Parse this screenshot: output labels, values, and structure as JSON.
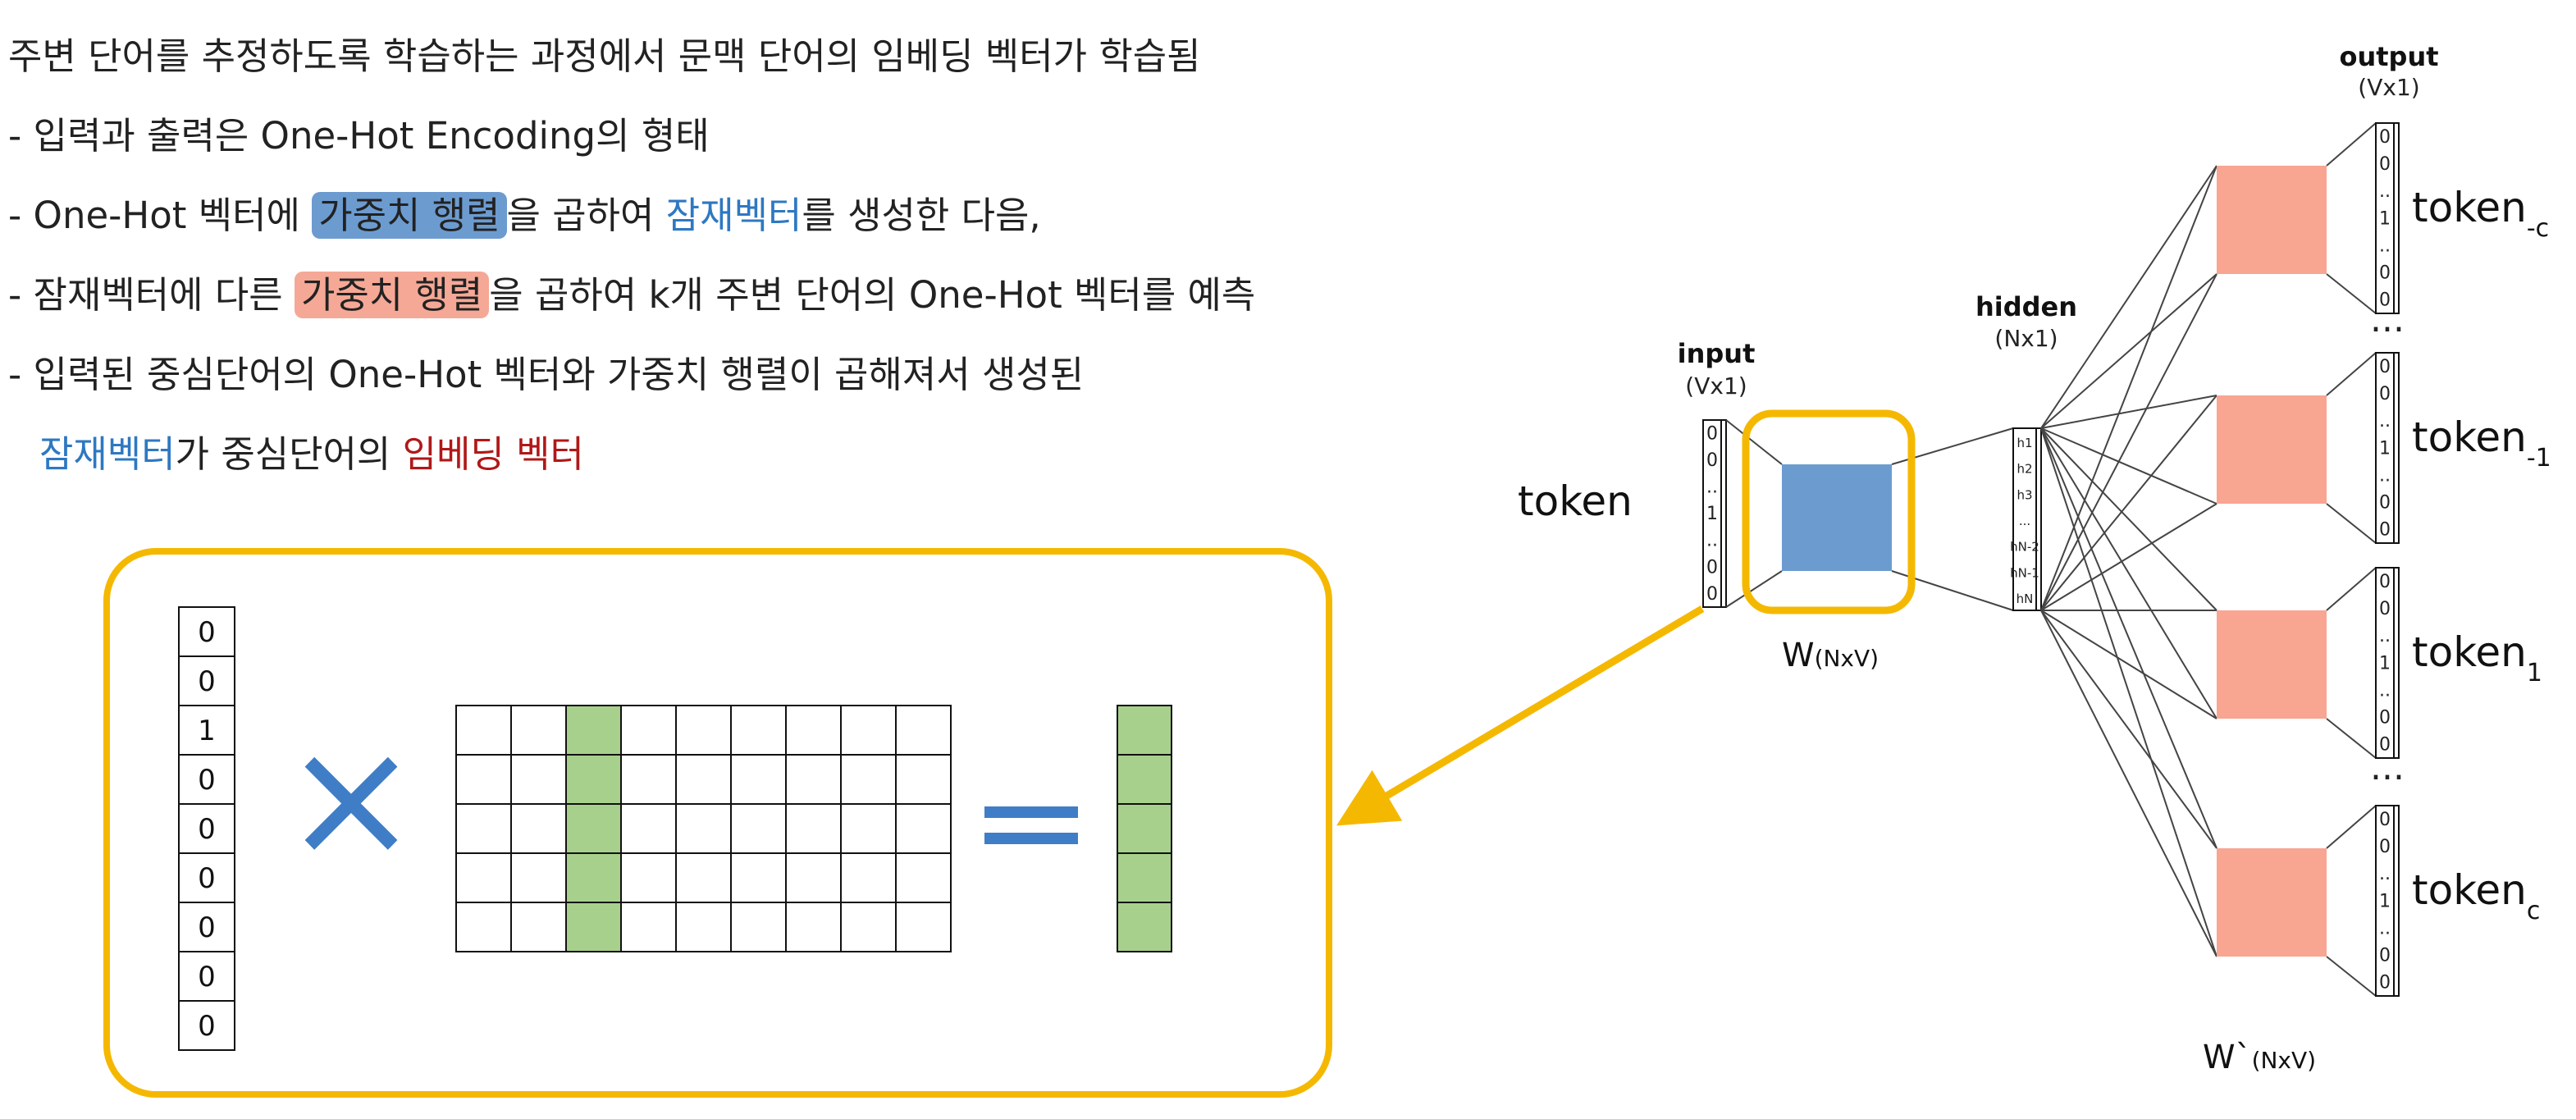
{
  "bullets": {
    "line1": "주변 단어를 추정하도록 학습하는 과정에서 문맥 단어의 임베딩 벡터가 학습됨",
    "line2": "- 입력과 출력은 One-Hot Encoding의 형태",
    "line3": {
      "pre": "- One-Hot 벡터에 ",
      "hl": "가중치 행렬",
      "mid": "을 곱하여 ",
      "kw": "잠재벡터",
      "post": "를 생성한 다음,"
    },
    "line4": {
      "pre": "- 잠재벡터에 다른 ",
      "hl": "가중치 행렬",
      "post": "을 곱하여 k개 주변 단어의 One-Hot 벡터를 예측"
    },
    "line5": "- 입력된 중심단어의 One-Hot 벡터와 가중치 행렬이 곱해져서 생성된",
    "line6": {
      "kw": "잠재벡터",
      "mid": "가 중심단어의 ",
      "kw2": "임베딩 벡터"
    }
  },
  "colors": {
    "frame": "#f5b800",
    "blue_highlight": "#6c9bd0",
    "red_highlight": "#f5a896",
    "keyword_blue": "#2e78c2",
    "keyword_red": "#b01818",
    "green_column": "#a8d08d",
    "weight_blue": "#6c9bd0",
    "weight_salmon": "#f8a592"
  },
  "matmul": {
    "vector": [
      "0",
      "0",
      "1",
      "0",
      "0",
      "0",
      "0",
      "0",
      "0"
    ],
    "times_symbol": "×",
    "equals_symbol": "="
  },
  "network": {
    "input_title": "input",
    "input_dim": "(Vx1)",
    "input_token": "token",
    "input_vector": [
      "0",
      "0",
      "..",
      "1",
      "..",
      "0",
      "0"
    ],
    "hidden_title": "hidden",
    "hidden_dim": "(Nx1)",
    "hidden_units": [
      "h1",
      "h2",
      "h3",
      "...",
      "hN-2",
      "hN-1",
      "hN"
    ],
    "w_label": "W",
    "w_sub": "(NxV)",
    "w2_label": "W`",
    "w2_sub": "(NxV)",
    "output_title": "output",
    "output_dim": "(Vx1)",
    "output_vector": [
      "0",
      "0",
      "..",
      "1",
      "..",
      "0",
      "0"
    ],
    "outputs": [
      {
        "token": "token",
        "sub": "-c"
      },
      {
        "token": "token",
        "sub": "-1"
      },
      {
        "token": "token",
        "sub": "1"
      },
      {
        "token": "token",
        "sub": "c"
      }
    ],
    "ellipsis": "..."
  }
}
